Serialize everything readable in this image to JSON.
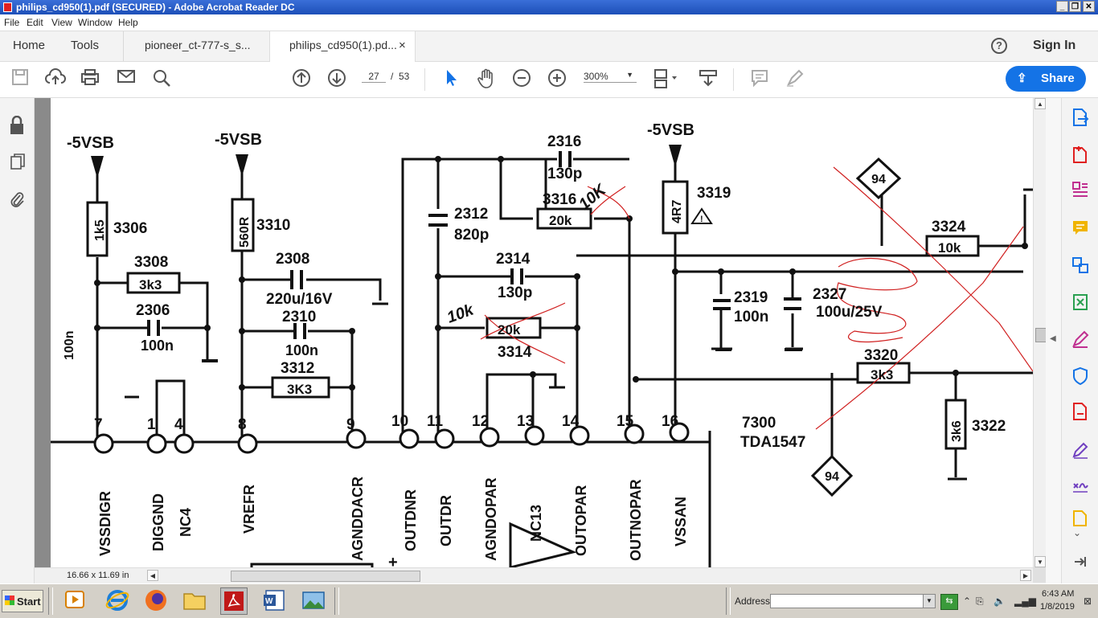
{
  "window": {
    "title": "philips_cd950(1).pdf (SECURED) - Adobe Acrobat Reader DC",
    "controls": [
      "_",
      "❐",
      "✕"
    ]
  },
  "menu": [
    "File",
    "Edit",
    "View",
    "Window",
    "Help"
  ],
  "tabs": {
    "home": "Home",
    "tools": "Tools",
    "doc1": "pioneer_ct-777-s_s...",
    "doc2": "philips_cd950(1).pd...",
    "close": "×",
    "help": "?",
    "signin": "Sign In"
  },
  "toolbar": {
    "page_current": "27",
    "page_sep": "/",
    "page_total": "53",
    "zoom": "300%",
    "share": "Share"
  },
  "status": {
    "page_size": "16.66 x 11.69 in"
  },
  "taskbar": {
    "start": "Start",
    "address_label": "Address",
    "time": "6:43 AM",
    "date": "1/8/2019"
  },
  "schematic": {
    "supply_labels": [
      "-5VSB",
      "-5VSB",
      "-5VSB"
    ],
    "components": {
      "r3306_val": "1k5",
      "r3306": "3306",
      "r3310_val": "560R",
      "r3310": "3310",
      "r3308": "3308",
      "r3308_val": "3k3",
      "c2306": "2306",
      "c2306_val": "100n",
      "c2308": "2308",
      "c2308_val": "220u/16V",
      "c2310": "2310",
      "c2310_val": "100n",
      "r3312": "3312",
      "r3312_val": "3K3",
      "c2312": "2312",
      "c2312_val": "820p",
      "c2316": "2316",
      "c2316_val": "130p",
      "r3316": "3316",
      "r3316_val": "20k",
      "c2314": "2314",
      "c2314_val": "130p",
      "r3314": "3314",
      "r3314_val": "20k",
      "r3319": "3319",
      "r3319_val": "4R7",
      "c2319": "2319",
      "c2319_val": "100n",
      "c2327": "2327",
      "c2327_val": "100u/25V",
      "r3324": "3324",
      "r3324_val": "10k",
      "r3320": "3320",
      "r3320_val": "3k3",
      "r3322": "3322",
      "r3322_val": "3k6",
      "ic": "7300",
      "ic_type": "TDA1547",
      "conn": "94",
      "left_cap": "100n"
    },
    "pins": [
      {
        "num": "7",
        "name": "VSSDIGR"
      },
      {
        "num": "1",
        "name": "DIGGND"
      },
      {
        "num": "4",
        "name": "NC4"
      },
      {
        "num": "8",
        "name": "VREFR"
      },
      {
        "num": "9",
        "name": "AGNDDACR"
      },
      {
        "num": "10",
        "name": "OUTDNR"
      },
      {
        "num": "11",
        "name": "OUTDR"
      },
      {
        "num": "12",
        "name": "AGNDOPAR"
      },
      {
        "num": "13",
        "name": "NC13"
      },
      {
        "num": "14",
        "name": "OUTOPAR"
      },
      {
        "num": "15",
        "name": "OUTNOPAR"
      },
      {
        "num": "16",
        "name": "VSSAN"
      }
    ],
    "annotations": [
      "10K",
      "10k"
    ]
  }
}
